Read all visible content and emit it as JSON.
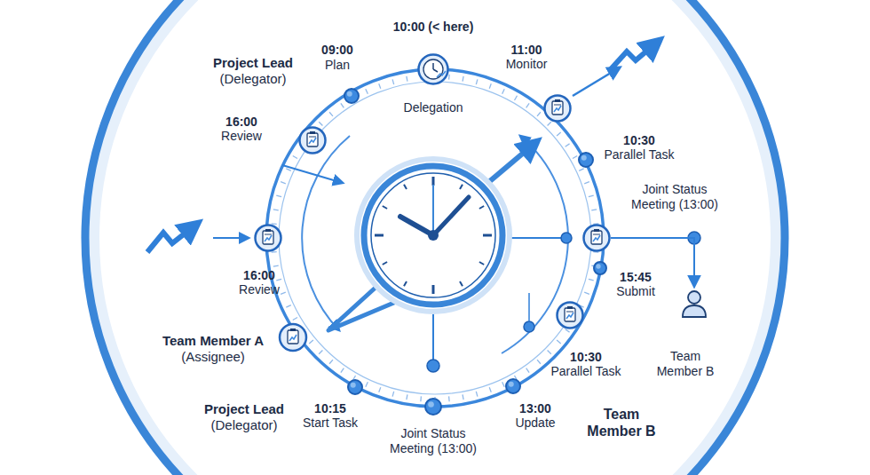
{
  "diagram": {
    "nodes": [
      {
        "text": [
          "09:00",
          "Plan"
        ]
      },
      {
        "text": [
          "10:00 (< here)",
          "Delegation"
        ]
      },
      {
        "text": [
          "11:00",
          "Monitor"
        ]
      },
      {
        "text": [
          "10:30",
          "Parallel Task"
        ]
      },
      {
        "text": [
          "Joint Status Meeting (13:00)"
        ]
      },
      {
        "text": [
          "15:45",
          "Submit"
        ]
      },
      {
        "text": [
          "10:30",
          "Parallel Task"
        ]
      },
      {
        "text": [
          "13:00",
          "Update"
        ]
      },
      {
        "text": [
          "Joint Status Meeting (13:00)"
        ]
      },
      {
        "text": [
          "10:15",
          "Start Task"
        ]
      },
      {
        "text": [
          "16:00",
          "Review"
        ]
      },
      {
        "text": [
          "16:00",
          "Review"
        ]
      },
      {
        "text": [
          "Team Member B"
        ]
      }
    ],
    "edges": [
      {
        "from": 4,
        "to": 12,
        "arrow": "to"
      }
    ],
    "labels": [
      "Project Lead (Delegator)",
      "Team Member A (Assignee)",
      "Project Lead (Delegator)",
      "Team Member B"
    ]
  }
}
